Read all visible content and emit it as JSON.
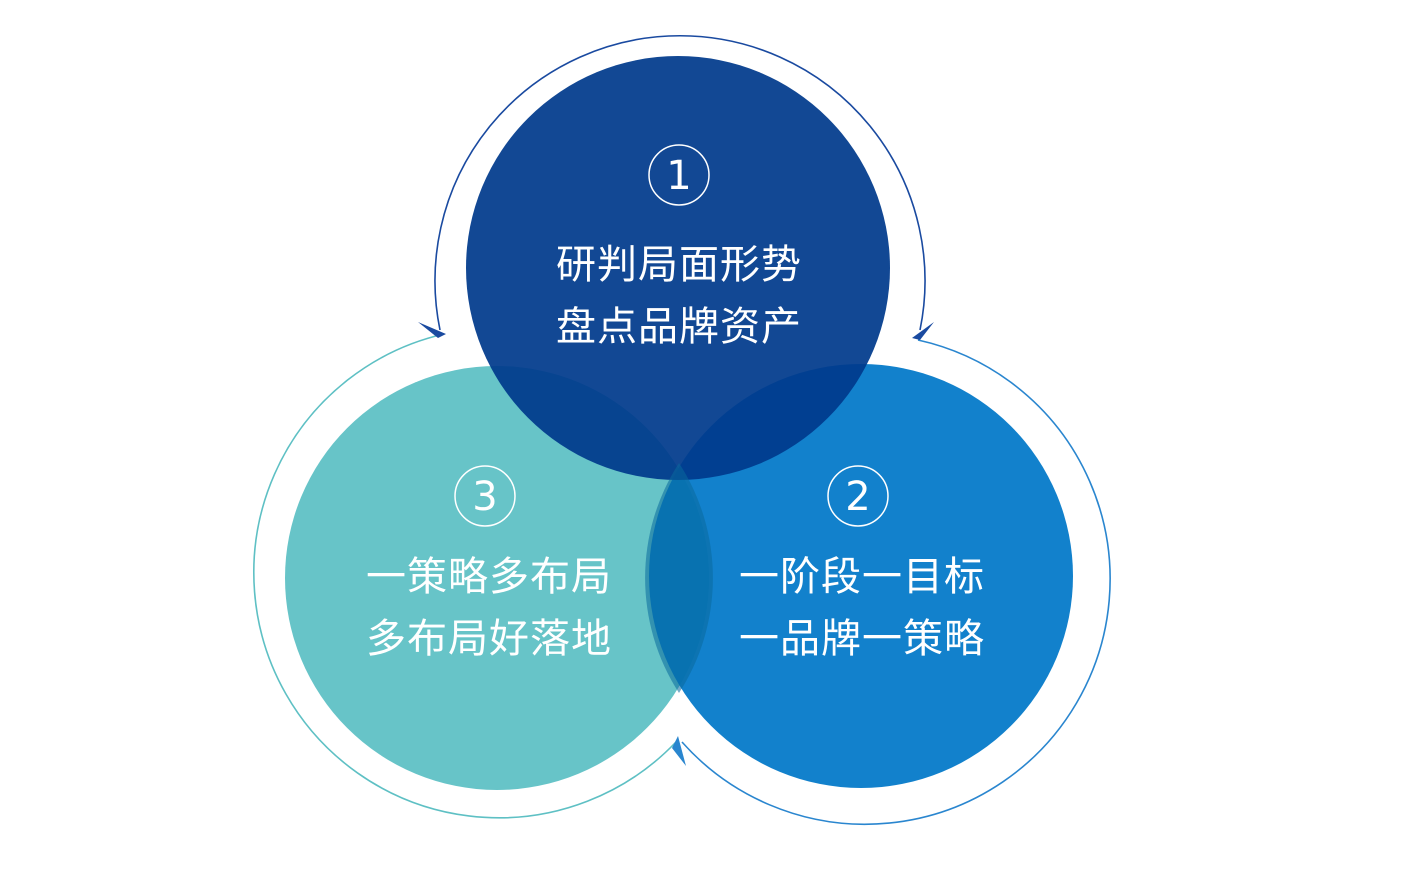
{
  "colors": {
    "background": "#ffffff",
    "circle1": "#003a8c",
    "circle2": "#0077c8",
    "circle3": "#62c2c6",
    "outline_dark": "#1a4aa0",
    "outline_mid": "#2a86cf",
    "outline_teal": "#5ec0c4"
  },
  "circles": [
    {
      "number": "1",
      "line1": "研判局面形势",
      "line2": "盘点品牌资产"
    },
    {
      "number": "2",
      "line1": "一阶段一目标",
      "line2": "一品牌一策略"
    },
    {
      "number": "3",
      "line1": "一策略多布局",
      "line2": "多布局好落地"
    }
  ]
}
